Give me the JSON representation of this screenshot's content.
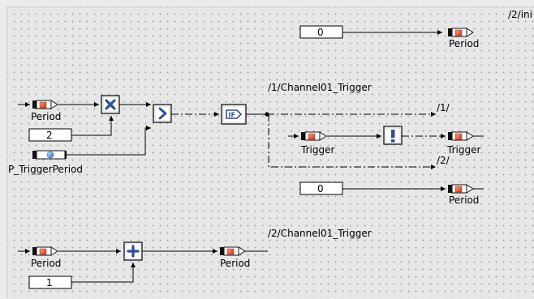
{
  "labels": {
    "init_path": "/2/ini",
    "channel1_trigger": "/1/Channel01_Trigger",
    "branch_1": "/1/",
    "branch_2": "/2/",
    "channel2_trigger": "/2/Channel01_Trigger"
  },
  "variables": {
    "period_top": "Period",
    "period_in": "Period",
    "trigger_period": "P_TriggerPeriod",
    "trigger_in": "Trigger",
    "trigger_out": "Trigger",
    "period_mid": "Period",
    "period_bot_in": "Period",
    "period_bot_out": "Period"
  },
  "constants": {
    "top": "0",
    "two": "2",
    "mid": "0",
    "one": "1"
  },
  "blocks": {
    "multiply": "×",
    "compare": ">",
    "if": "IF",
    "trigger": "!",
    "add": "+"
  }
}
